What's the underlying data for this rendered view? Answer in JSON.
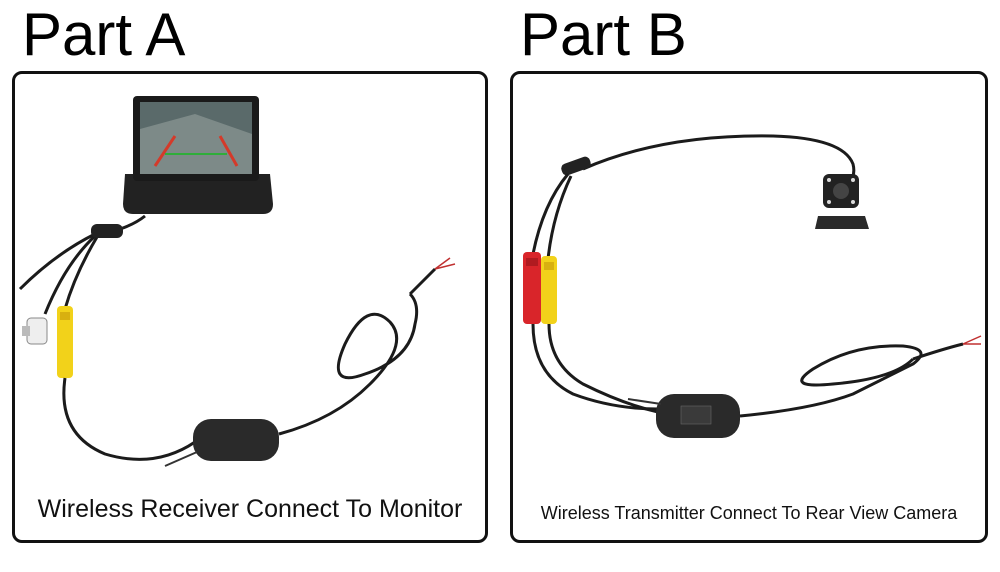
{
  "part_a": {
    "title": "Part A",
    "caption": "Wireless Receiver Connect To Monitor"
  },
  "part_b": {
    "title": "Part B",
    "caption": "Wireless Transmitter Connect To Rear View Camera"
  },
  "colors": {
    "cable": "#1b1b1b",
    "rca_yellow": "#f2d21a",
    "rca_red": "#d9252a",
    "rca_white": "#eeeeee",
    "device_body": "#2a2a2a"
  }
}
